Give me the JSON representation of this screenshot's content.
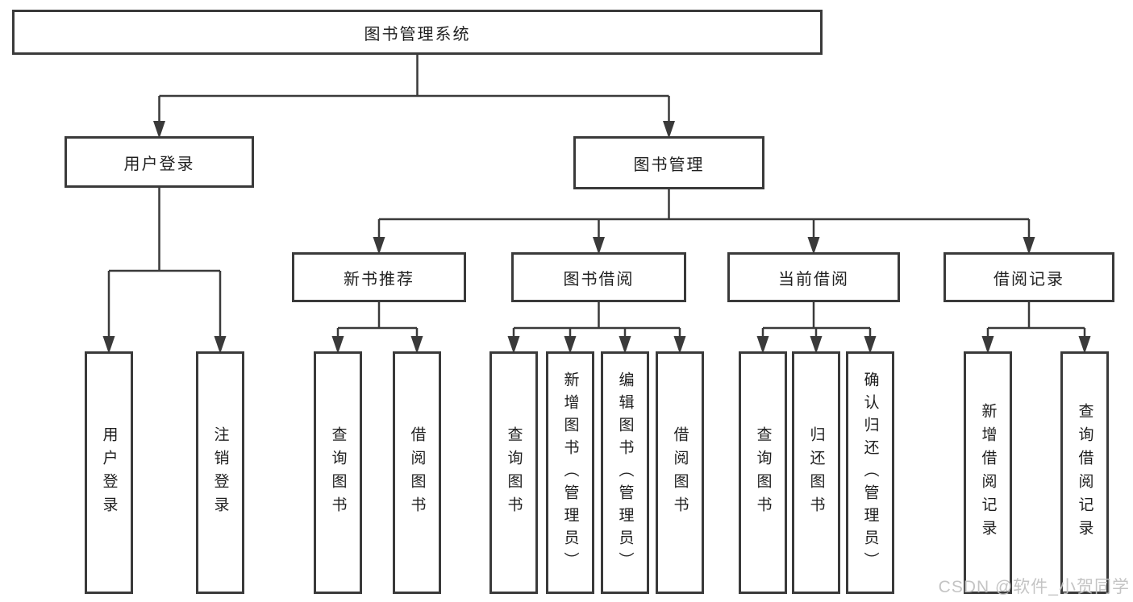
{
  "diagram": {
    "root": {
      "label": "图书管理系统"
    },
    "level2": [
      {
        "label": "用户登录"
      },
      {
        "label": "图书管理"
      }
    ],
    "level3": [
      {
        "label": "新书推荐"
      },
      {
        "label": "图书借阅"
      },
      {
        "label": "当前借阅"
      },
      {
        "label": "借阅记录"
      }
    ],
    "leaves": {
      "user_login": [
        "用户登录",
        "注销登录"
      ],
      "new_book": [
        "查询图书",
        "借阅图书"
      ],
      "book_borrow": [
        "查询图书",
        "新增图书（管理员）",
        "编辑图书（管理员）",
        "借阅图书"
      ],
      "current_borrow": [
        "查询图书",
        "归还图书",
        "确认归还（管理员）"
      ],
      "borrow_record": [
        "新增借阅记录",
        "查询借阅记录"
      ]
    }
  },
  "watermark": "CSDN @软件_小贺同学",
  "colors": {
    "line": "#3a3a3a",
    "box_border": "#3a3a3a",
    "text": "#1f1f1f",
    "watermark": "#c1c1c1",
    "background": "#ffffff"
  }
}
